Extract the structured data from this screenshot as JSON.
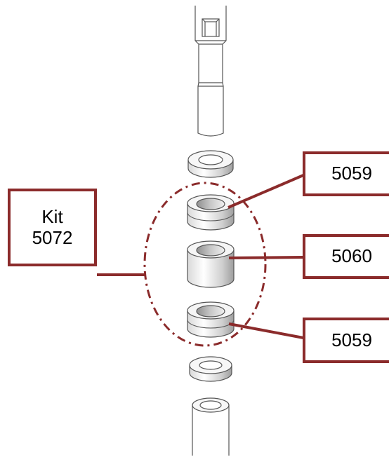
{
  "kit_label": {
    "line1": "Kit",
    "line2": "5072"
  },
  "callouts": [
    {
      "part_number": "5059"
    },
    {
      "part_number": "5060"
    },
    {
      "part_number": "5059"
    }
  ],
  "colors": {
    "accent": "#8b2b2b",
    "outline": "#555555",
    "part_fill_light": "#f2f2f2",
    "part_fill_dark": "#bdbdbd"
  }
}
